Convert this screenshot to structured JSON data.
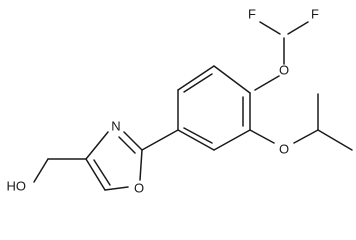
{
  "molecule": {
    "atoms": {
      "f_left": "F",
      "f_right": "F",
      "o_difluoromethoxy": "O",
      "o_isopropoxy": "O",
      "n_oxazole": "N",
      "o_oxazole": "O",
      "hydroxyl": "HO"
    }
  },
  "colors": {
    "bond": "#1a1a1a",
    "label": "#1a1a1a",
    "background": "#ffffff"
  }
}
